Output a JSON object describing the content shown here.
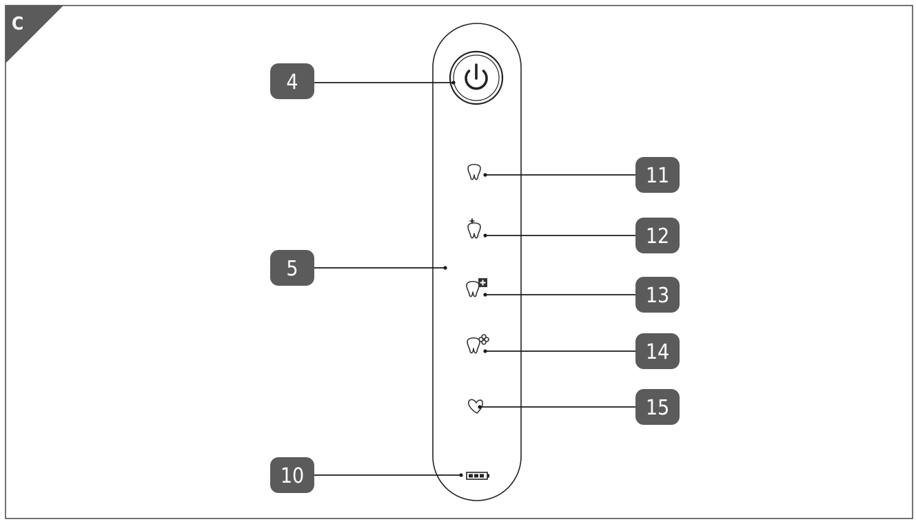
{
  "figure": {
    "panel_letter": "C",
    "callouts": [
      {
        "id": "power-button",
        "number": "4"
      },
      {
        "id": "handle-body",
        "number": "5"
      },
      {
        "id": "battery-indicator",
        "number": "10"
      },
      {
        "id": "mode-clean",
        "number": "11"
      },
      {
        "id": "mode-white",
        "number": "12"
      },
      {
        "id": "mode-gum-care",
        "number": "13"
      },
      {
        "id": "mode-sensitive",
        "number": "14"
      },
      {
        "id": "mode-tongue",
        "number": "15"
      }
    ],
    "icons": [
      "power-icon",
      "tooth-icon",
      "tooth-sparkle-icon",
      "tooth-plus-icon",
      "tooth-flower-icon",
      "tongue-icon",
      "battery-icon"
    ],
    "colors": {
      "badge": "#5b5b5b",
      "badge_text": "#ffffff",
      "line": "#1a1a1a",
      "frame": "#444444"
    }
  }
}
